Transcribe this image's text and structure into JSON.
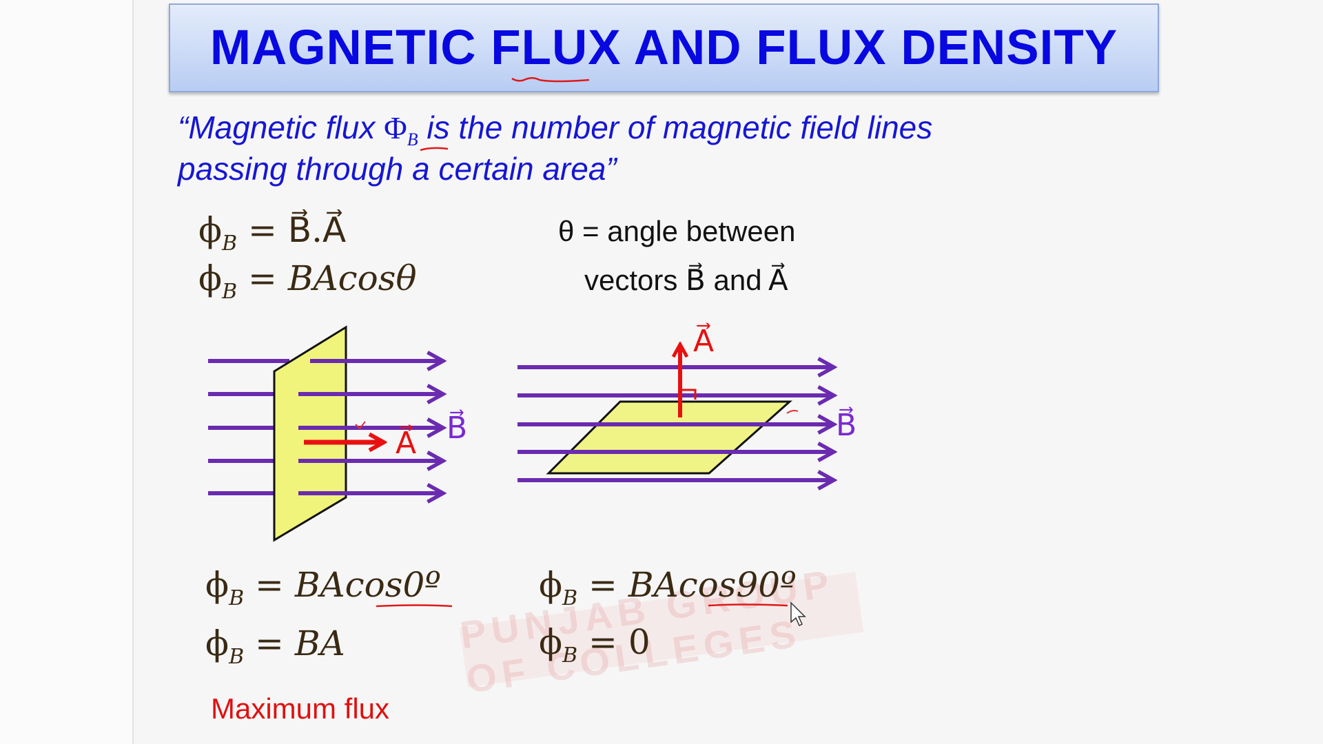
{
  "slide": {
    "title": "MAGNETIC FLUX AND FLUX DENSITY",
    "definition_line1_pre": "“Magnetic flux ",
    "definition_symbol": "Φ",
    "definition_symbol_sub": "B",
    "definition_line1_post": " is the number of magnetic field lines",
    "definition_line2": "passing through a certain area”",
    "eq1": "ϕ",
    "eq_sub": "B",
    "eq1_rhs": " = B⃗.A⃗",
    "eq2_rhs_pre": " = ",
    "eq2_rhs": "BAcosθ",
    "theta_line1": "θ = angle between",
    "theta_line2": "vectors B⃗ and A⃗",
    "left_case": {
      "eq1_rhs": "BAcos0º",
      "eq2_rhs": "BA",
      "note": "Maximum flux"
    },
    "right_case": {
      "eq1_rhs": "BAcos90º",
      "eq2_rhs": "0"
    },
    "label_A": "A⃗",
    "label_B": "B⃗",
    "watermark": "PUNJAB GROUP OF COLLEGES",
    "colors": {
      "title": "#0808e0",
      "field_lines": "#6a2bb0",
      "area_vector": "#e81010",
      "plate": "#f0f47a"
    }
  }
}
